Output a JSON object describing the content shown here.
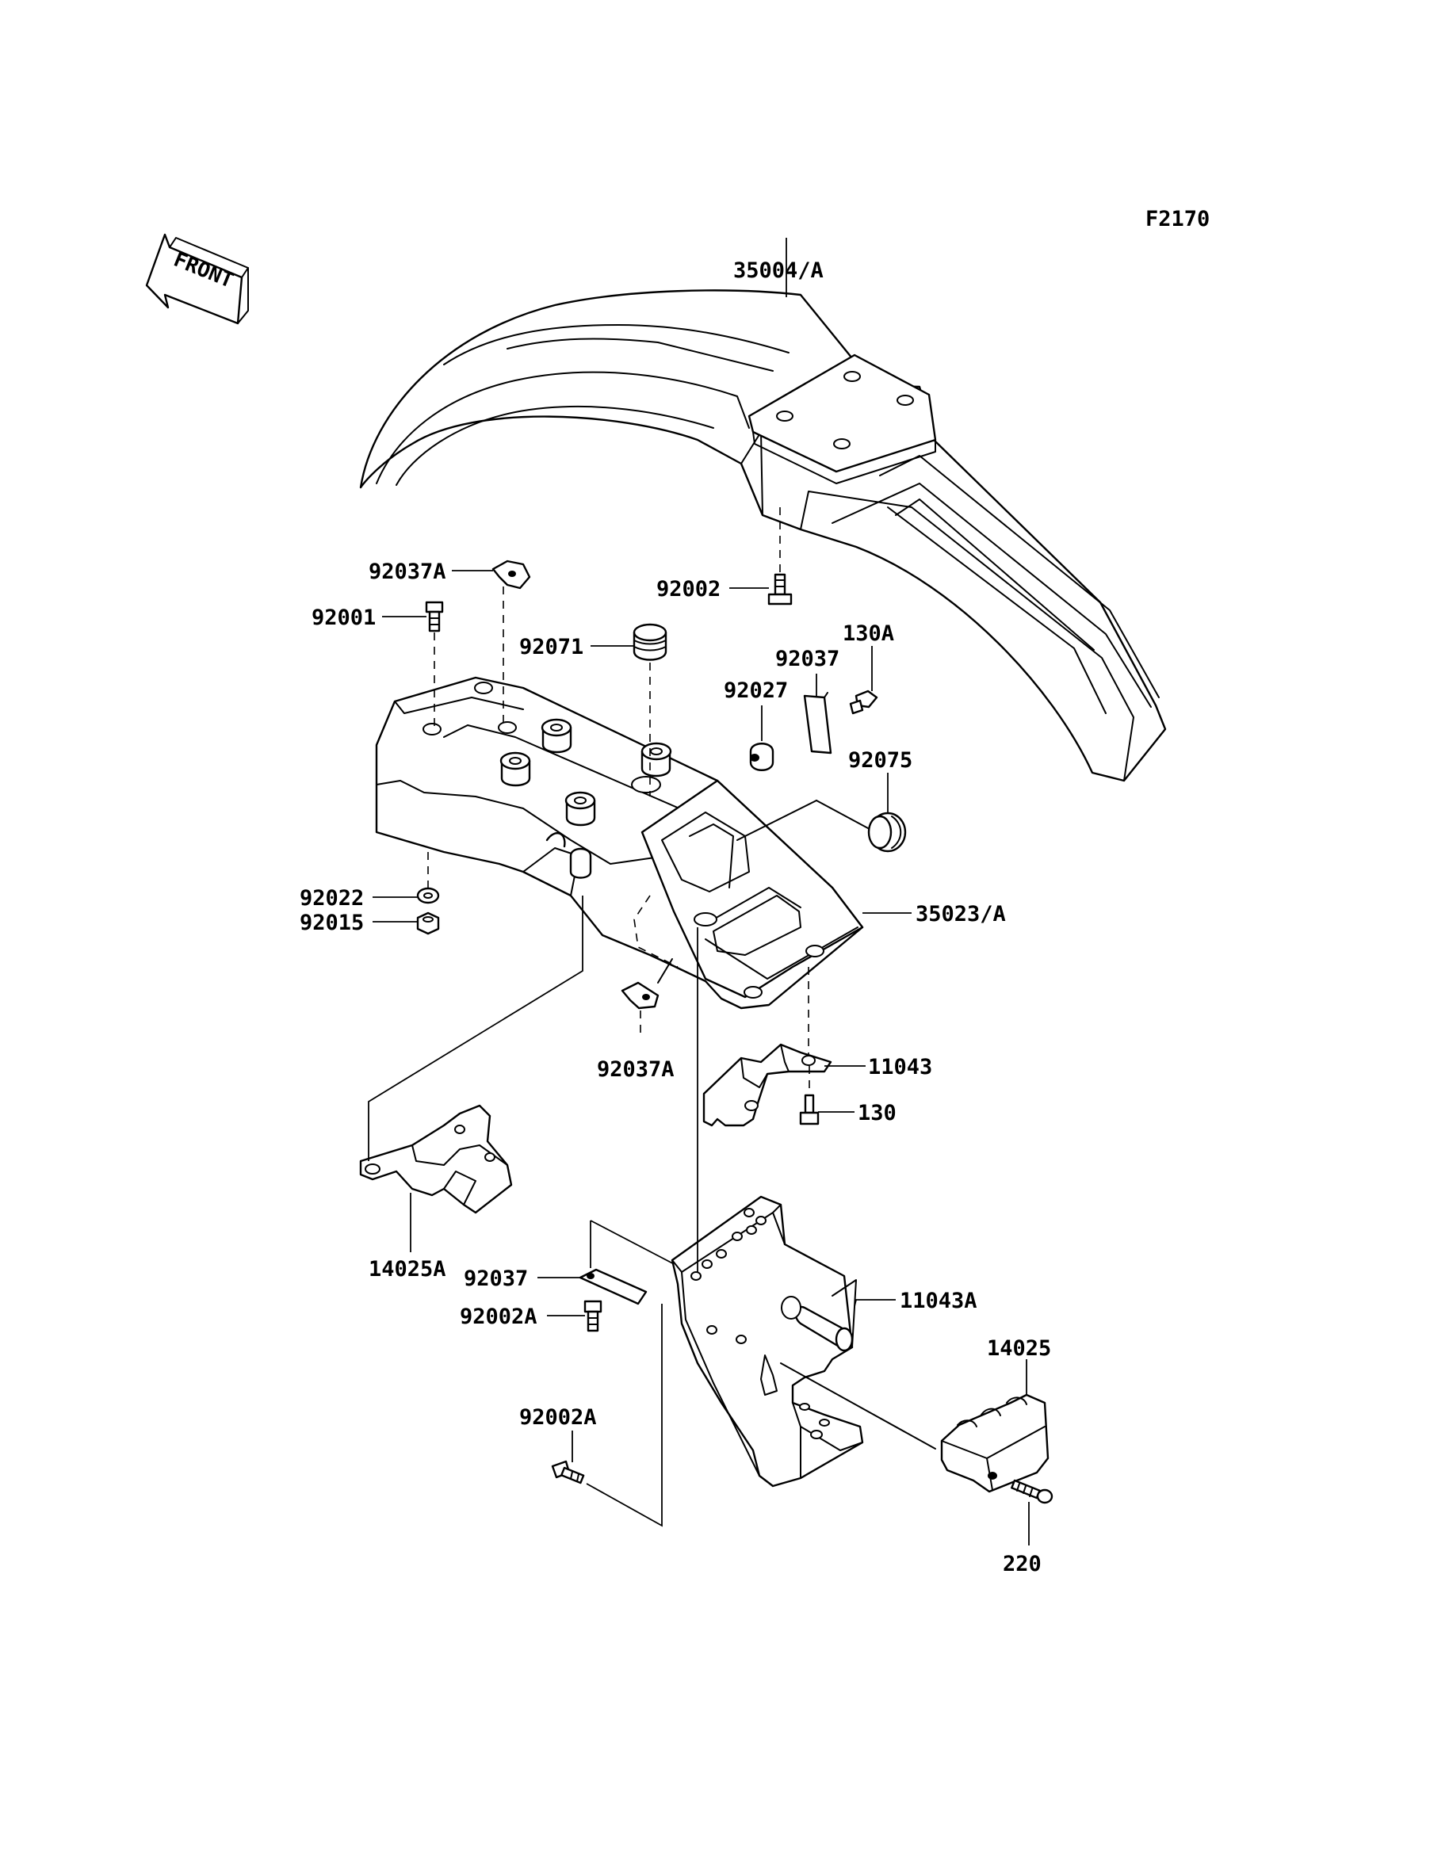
{
  "figure_code": "F2170",
  "front_label": "FRONT",
  "callouts": {
    "rear_fender": "35004/A",
    "bolt_92002": "92002",
    "clip_92037A_top": "92037A",
    "bolt_92001": "92001",
    "damper_92071": "92071",
    "collar_92037": "92037",
    "bolt_130A": "130A",
    "nut_92027": "92027",
    "grommet_92075": "92075",
    "inner_fender": "35023/A",
    "washer_92022": "92022",
    "nut_92015": "92015",
    "clip_92037A_bottom": "92037A",
    "bracket_11043": "11043",
    "bolt_130": "130",
    "bracket_14025A": "14025A",
    "band_92037": "92037",
    "bolt_92002A_upper": "92002A",
    "bolt_92002A_lower": "92002A",
    "bracket_11043A": "11043A",
    "holder_14025": "14025",
    "screw_220": "220"
  }
}
